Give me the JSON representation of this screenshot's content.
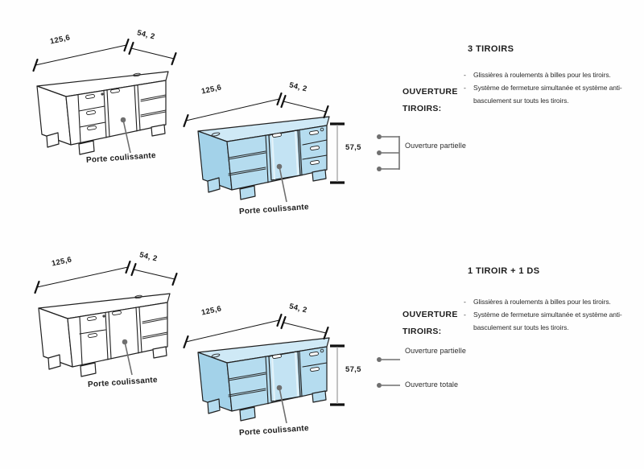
{
  "dimensions": {
    "width_cm": "125,6",
    "depth_cm": "54, 2",
    "height_cm": "57,5"
  },
  "door_label": "Porte coulissante",
  "bullet_marker": "-",
  "ouverture": {
    "heading_line1": "OUVERTURE",
    "heading_line2": "TIROIRS:",
    "partial_label": "Ouverture partielle",
    "total_label": "Ouverture totale"
  },
  "sections": {
    "top": {
      "title": "3 TIROIRS",
      "bullets": [
        "Glissières à roulements à billes pour les tiroirs.",
        "Système de fermeture simultanée et système anti-basculement sur touts les tiroirs."
      ]
    },
    "bottom": {
      "title": "1 TIROIR + 1 DS",
      "bullets": [
        "Glissières à roulements à billes pour les tiroirs.",
        "Système de fermeture simultanée et système anti-basculement sur touts les tiroirs."
      ]
    }
  },
  "colors": {
    "cabinet_blue_front": "#b5dcef",
    "cabinet_blue_top": "#cfe9f6",
    "cabinet_blue_side": "#a3d2e9",
    "cabinet_blue_door": "#c3e3f3",
    "outline": "#1f1f1f",
    "leader_gray": "#6f6f6f"
  }
}
